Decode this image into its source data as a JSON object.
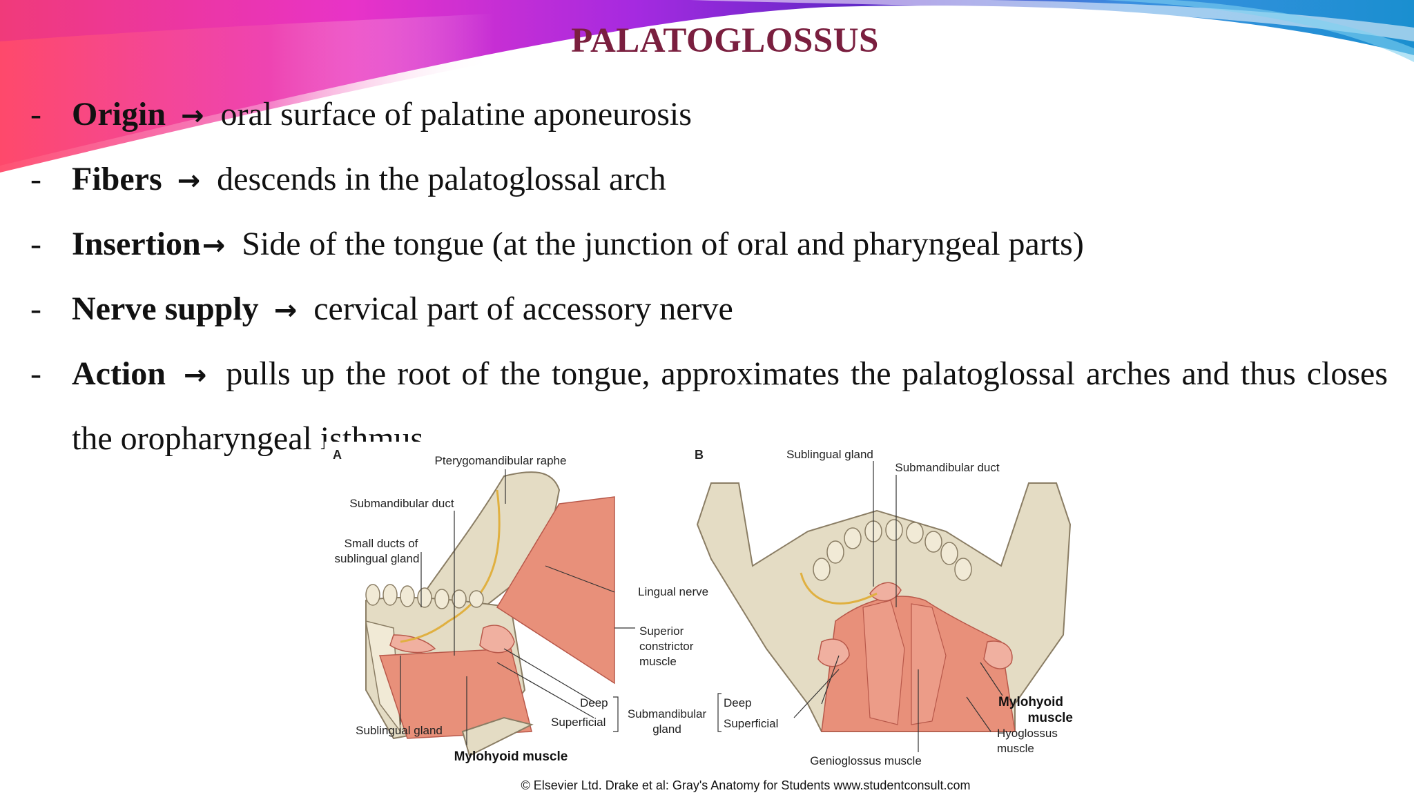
{
  "slide": {
    "title": "PALATOGLOSSUS",
    "bullets": [
      {
        "term": "Origin",
        "arrow": "→",
        "text": "oral surface of palatine aponeurosis"
      },
      {
        "term": "Fibers",
        "arrow": "→",
        "text": "descends in the palatoglossal arch"
      },
      {
        "term": "Insertion",
        "arrow": "→",
        "text": "Side of the tongue (at the junction of oral and pharyngeal parts)"
      },
      {
        "term": "Nerve supply",
        "arrow": "→",
        "text": "cervical part of accessory nerve"
      },
      {
        "term": "Action",
        "arrow": "→",
        "text": "pulls up the root of the tongue, approximates the palatoglossal arches and thus closes the oropharyngeal isthmus."
      }
    ],
    "bullet_marker": "-"
  },
  "figure": {
    "panel_a": "A",
    "panel_b": "B",
    "labels_a": {
      "pterygomandibular_raphe": "Pterygomandibular raphe",
      "submandibular_duct": "Submandibular duct",
      "small_ducts_1": "Small ducts of",
      "small_ducts_2": "sublingual gland",
      "lingual_nerve": "Lingual nerve",
      "superior_1": "Superior",
      "superior_2": "constrictor",
      "superior_3": "muscle",
      "deep": "Deep",
      "superficial": "Superficial",
      "submandibular_gland_1": "Submandibular",
      "submandibular_gland_2": "gland",
      "sublingual_gland": "Sublingual gland",
      "mylohyoid_muscle": "Mylohyoid muscle"
    },
    "labels_b": {
      "sublingual_gland": "Sublingual gland",
      "submandibular_duct": "Submandibular duct",
      "deep": "Deep",
      "superficial": "Superficial",
      "mylohyoid_1": "Mylohyoid",
      "mylohyoid_2": "muscle",
      "hyoglossus_1": "Hyoglossus",
      "hyoglossus_2": "muscle",
      "genioglossus": "Genioglossus muscle"
    },
    "copyright": "© Elsevier Ltd. Drake et al: Gray's Anatomy for Students www.studentconsult.com"
  },
  "colors": {
    "title": "#7a1f3f",
    "swoosh_pink": "#e8348c",
    "swoosh_purple": "#7a1ec8",
    "swoosh_blue": "#2aa0d8",
    "bone": "#e4dcc4",
    "muscle": "#e8907a"
  }
}
